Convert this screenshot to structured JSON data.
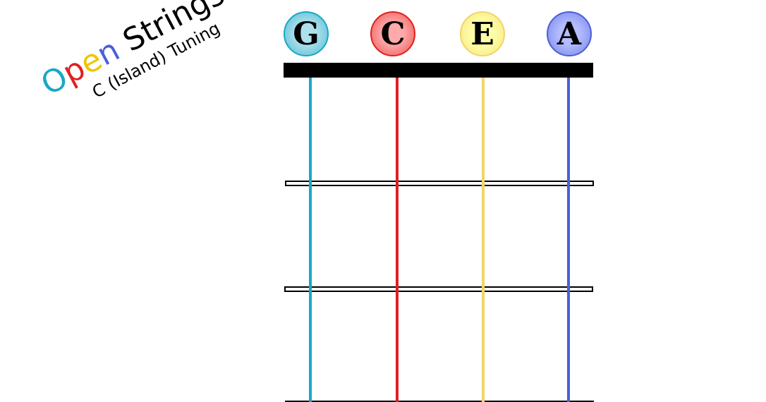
{
  "title": {
    "letters": [
      "O",
      "p",
      "e",
      "n"
    ],
    "rest": " Strings",
    "subtitle": "C (Island) Tuning"
  },
  "strings": [
    {
      "note": "G",
      "color": "#18a8c4",
      "fill": "#aee0ec"
    },
    {
      "note": "C",
      "color": "#e02020",
      "fill": "#ffaaaa"
    },
    {
      "note": "E",
      "color": "#f2d46a",
      "fill": "#ffffa8"
    },
    {
      "note": "A",
      "color": "#4a5fd8",
      "fill": "#b4bcff"
    }
  ]
}
